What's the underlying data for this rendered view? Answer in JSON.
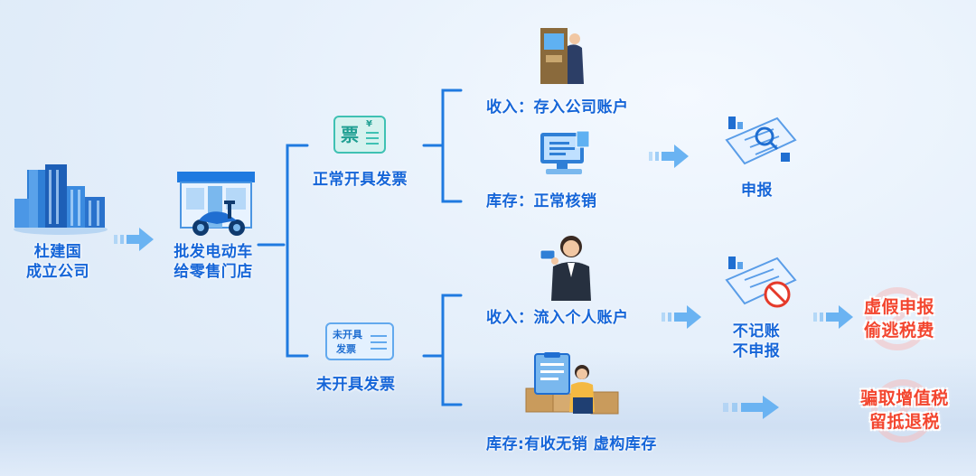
{
  "company": {
    "line1": "杜建国",
    "line2": "成立公司"
  },
  "store": {
    "line1": "批发电动车",
    "line2": "给零售门店"
  },
  "invoice_normal": {
    "label": "正常开具发票",
    "icon_char": "票",
    "yen": "¥"
  },
  "invoice_none": {
    "label": "未开具发票",
    "icon_line1": "未开具",
    "icon_line2": "发票"
  },
  "normal_income": "收入：存入公司账户",
  "normal_inventory": "库存：正常核销",
  "declare": "申报",
  "abnormal_income": "收入：流入个人账户",
  "no_record": {
    "line1": "不记账",
    "line2": "不申报"
  },
  "abnormal_inventory": "库存:有收无销 虚构库存",
  "result_evasion": {
    "line1": "虚假申报",
    "line2": "偷逃税费"
  },
  "result_fraud": {
    "line1": "骗取增值税",
    "line2": "留抵退税"
  },
  "colors": {
    "accent": "#1565d8",
    "warning": "#f3462f"
  }
}
